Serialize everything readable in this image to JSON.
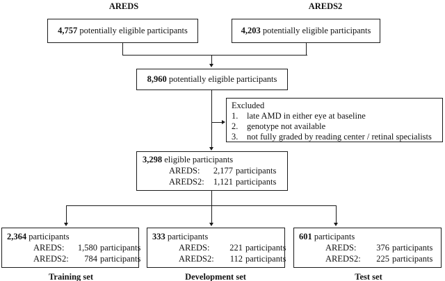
{
  "headers": {
    "left": "AREDS",
    "right": "AREDS2"
  },
  "boxes": {
    "areds_source": {
      "count": "4,757",
      "text": "potentially eligible participants"
    },
    "areds2_source": {
      "count": "4,203",
      "text": "potentially eligible participants"
    },
    "combined": {
      "count": "8,960",
      "text": "potentially eligible participants"
    },
    "excluded": {
      "title": "Excluded",
      "items": [
        {
          "number": "1.",
          "text": "late AMD in either eye at baseline"
        },
        {
          "number": "2.",
          "text": "genotype not available"
        },
        {
          "number": "3.",
          "text": "not fully graded by reading center / retinal specialists"
        }
      ]
    },
    "eligible": {
      "count": "3,298",
      "text": "eligible participants",
      "breakdown": [
        {
          "cohort": "AREDS:",
          "count": "2,177",
          "unit": "participants"
        },
        {
          "cohort": "AREDS2:",
          "count": "1,121",
          "unit": "participants"
        }
      ]
    },
    "training": {
      "count": "2,364",
      "text": "participants",
      "breakdown": [
        {
          "cohort": "AREDS:",
          "count": "1,580",
          "unit": "participants"
        },
        {
          "cohort": "AREDS2:",
          "count": "784",
          "unit": "participants"
        }
      ],
      "label": "Training set"
    },
    "development": {
      "count": "333",
      "text": "participants",
      "breakdown": [
        {
          "cohort": "AREDS:",
          "count": "221",
          "unit": "participants"
        },
        {
          "cohort": "AREDS2:",
          "count": "112",
          "unit": "participants"
        }
      ],
      "label": "Development set"
    },
    "test": {
      "count": "601",
      "text": "participants",
      "breakdown": [
        {
          "cohort": "AREDS:",
          "count": "376",
          "unit": "participants"
        },
        {
          "cohort": "AREDS2:",
          "count": "225",
          "unit": "participants"
        }
      ],
      "label": "Test set"
    }
  },
  "colors": {
    "stroke": "#1a1a1a",
    "background": "#ffffff"
  }
}
